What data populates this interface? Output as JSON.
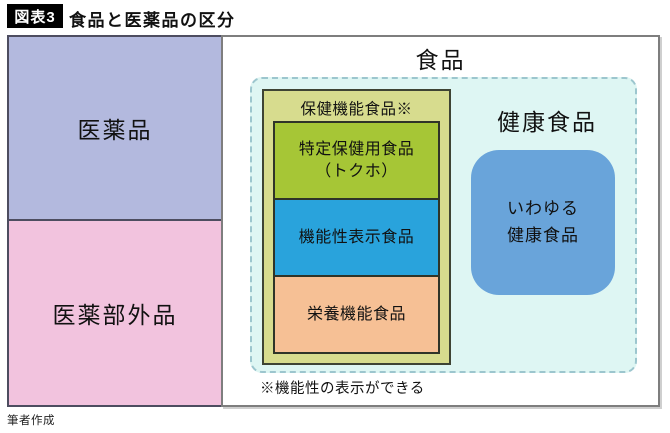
{
  "title": {
    "badge": "図表3",
    "text": "食品と医薬品の区分"
  },
  "diagram": {
    "pharmaceuticals": {
      "label": "医薬品",
      "color": "#b3b9de"
    },
    "quasi_drugs": {
      "label": "医薬部外品",
      "color": "#f2c3de"
    },
    "food": {
      "label": "食品",
      "note": "※機能性の表示ができる",
      "health_food": {
        "label": "健康食品",
        "area_color": "#def6f3",
        "foods_with_health_claims": {
          "label": "保健機能食品※",
          "color": "#d7dc8e",
          "items": [
            {
              "name": "tokuho",
              "line1": "特定保健用食品",
              "line2": "（トクホ）",
              "color": "#a6c636"
            },
            {
              "name": "functional-claims",
              "line1": "機能性表示食品",
              "color": "#29a3dc"
            },
            {
              "name": "nutrient-function",
              "line1": "栄養機能食品",
              "color": "#f6c095"
            }
          ]
        },
        "so_called": {
          "line1": "いわゆる",
          "line2": "健康食品",
          "color": "#69a4da"
        }
      }
    }
  },
  "footer": {
    "credit": "筆者作成"
  }
}
